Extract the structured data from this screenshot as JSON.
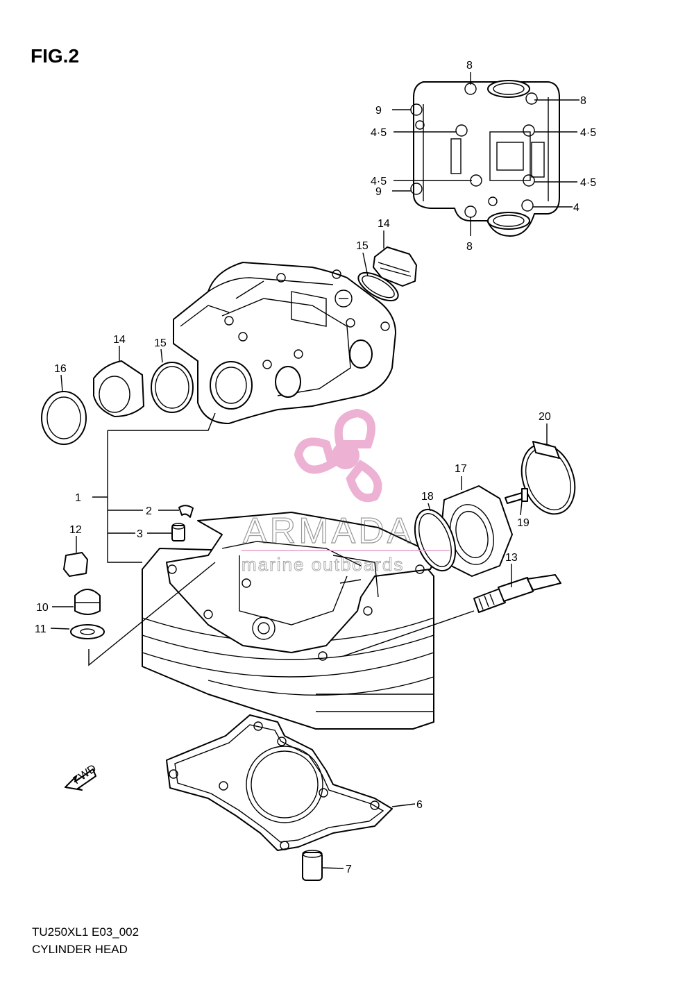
{
  "figure": {
    "title": "FIG.2",
    "model_code": "TU250XL1 E03_002",
    "caption": "CYLINDER HEAD"
  },
  "watermark": {
    "brand": "ARMADA",
    "tagline": "marine outboards",
    "logo_icon": "propeller-icon",
    "logo_color": "#e9a4cc"
  },
  "direction_marker": {
    "label": "FWD",
    "icon": "arrow-left-icon"
  },
  "callouts": {
    "c1": "1",
    "c2": "2",
    "c3": "3",
    "c4a": "4·5",
    "c4b": "4·5",
    "c4c": "4·5",
    "c4d": "4·5",
    "c4e": "4",
    "c6": "6",
    "c7": "7",
    "c8a": "8",
    "c8b": "8",
    "c8c": "8",
    "c9a": "9",
    "c9b": "9",
    "c10": "10",
    "c11": "11",
    "c12": "12",
    "c13": "13",
    "c14a": "14",
    "c14b": "14",
    "c15a": "15",
    "c15b": "15",
    "c16": "16",
    "c17": "17",
    "c18": "18",
    "c19": "19",
    "c20": "20"
  }
}
